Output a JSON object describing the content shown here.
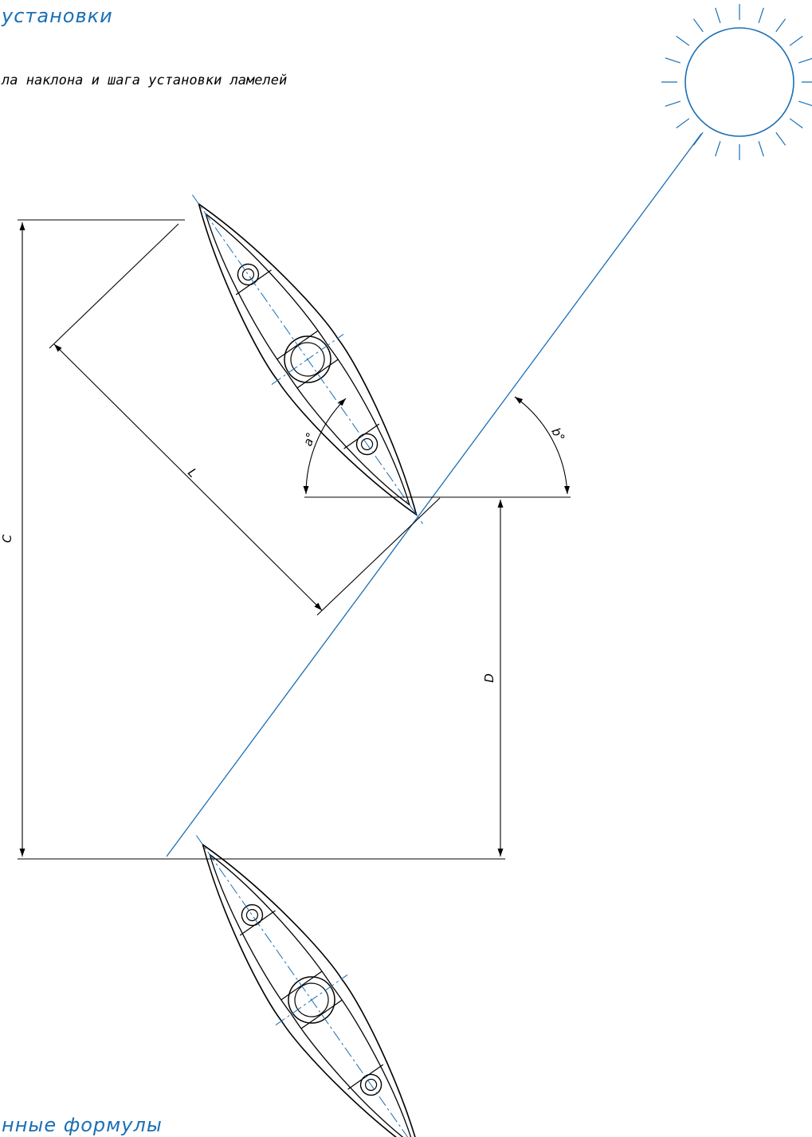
{
  "page": {
    "heading_top": "установки",
    "caption": "ла наклона и шага установки ламелей",
    "heading_bottom": "нные формулы"
  },
  "diagram": {
    "labels": {
      "C": "C",
      "L": "L",
      "D": "D",
      "a": "a°",
      "b": "b°"
    },
    "colors": {
      "line": "#000000",
      "accent": "#1a6fb5"
    },
    "icons": [
      "sun-icon"
    ]
  }
}
